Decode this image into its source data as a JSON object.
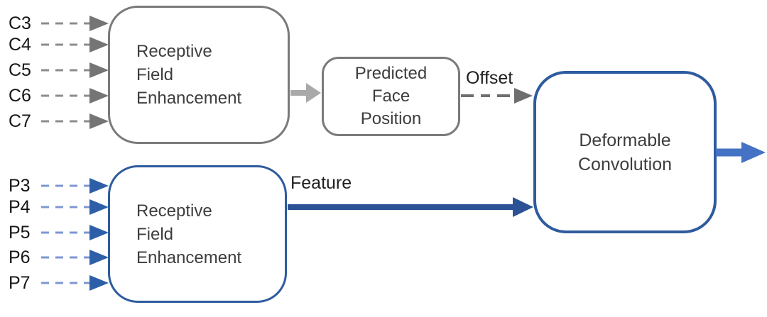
{
  "inputs_top": {
    "items": [
      "C3",
      "C4",
      "C5",
      "C6",
      "C7"
    ]
  },
  "inputs_bottom": {
    "items": [
      "P3",
      "P4",
      "P5",
      "P6",
      "P7"
    ]
  },
  "boxes": {
    "rfe_top": {
      "lines": [
        "Receptive",
        "Field",
        "Enhancement"
      ]
    },
    "predicted_face_position": {
      "lines": [
        "Predicted",
        "Face",
        "Position"
      ]
    },
    "rfe_bottom": {
      "lines": [
        "Receptive",
        "Field",
        "Enhancement"
      ]
    },
    "deformable_convolution": {
      "lines": [
        "Deformable",
        "Convolution"
      ]
    }
  },
  "edge_labels": {
    "offset": "Offset",
    "feature": "Feature"
  },
  "colors": {
    "gray_box_border": "#7a7a7a",
    "gray_dash": "#8c8c8c",
    "gray_arrowhead": "#757575",
    "light_gray_arrow": "#a9a9a9",
    "offset_arrow": "#6e6e6e",
    "blue_box_border": "#2e5b9e",
    "blue_dash": "#7d97d2",
    "blue_arrowhead": "#2d5fa8",
    "feature_arrow": "#2a5294",
    "output_arrow": "#4472c4",
    "box_text": "#3d3d3d",
    "label_text": "#161616"
  }
}
